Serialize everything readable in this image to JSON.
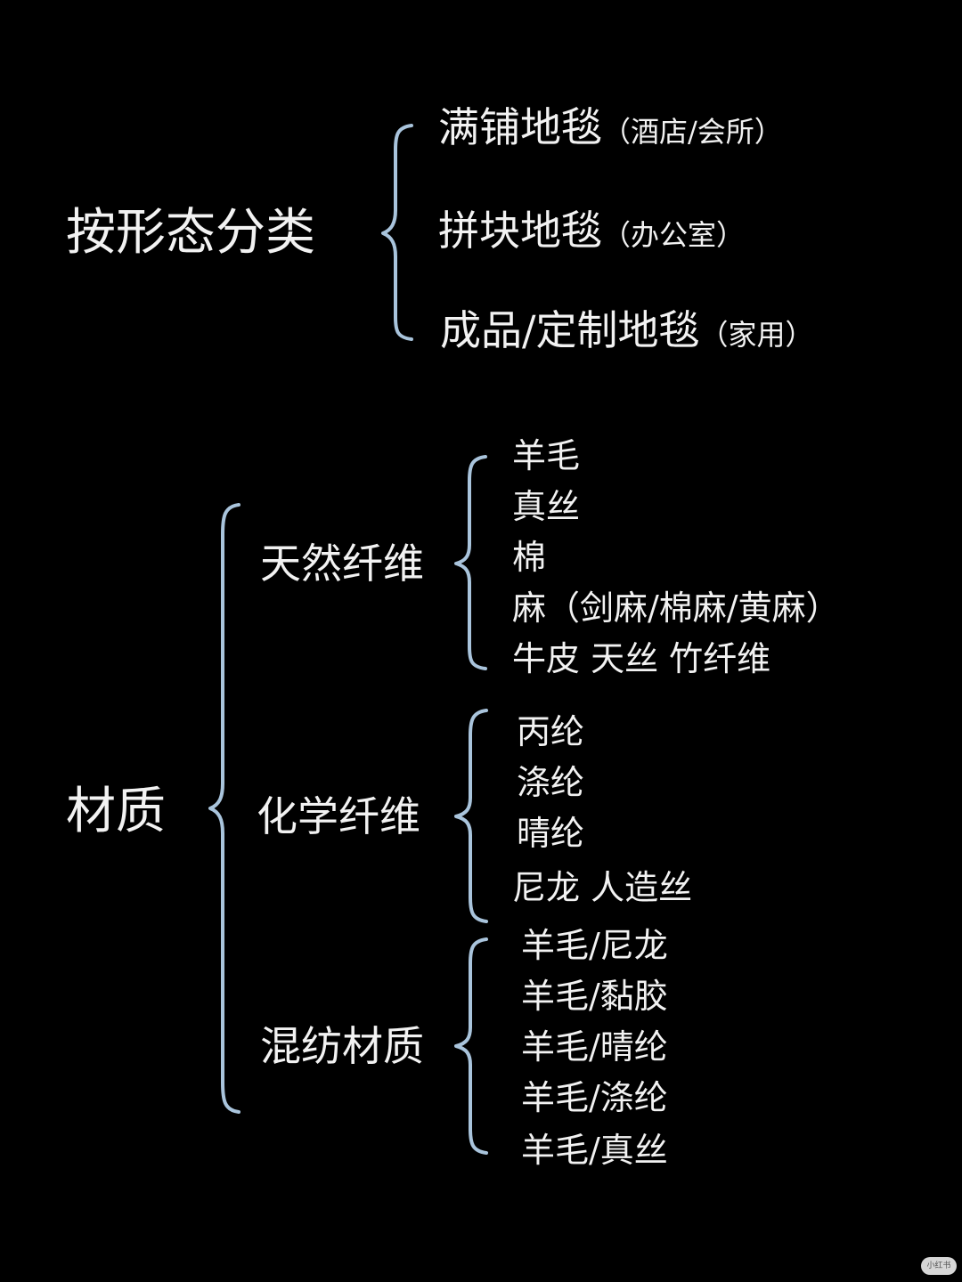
{
  "form_section": {
    "heading": "按形态分类",
    "items": [
      {
        "label": "满铺地毯",
        "note": "（酒店/会所）"
      },
      {
        "label": "拼块地毯",
        "note": "（办公室）"
      },
      {
        "label": "成品/定制地毯",
        "note": "（家用）"
      }
    ]
  },
  "material_section": {
    "heading": "材质",
    "groups": [
      {
        "label": "天然纤维",
        "items": [
          "羊毛",
          "真丝",
          "棉",
          "麻（剑麻/棉麻/黄麻）",
          "牛皮 天丝 竹纤维"
        ]
      },
      {
        "label": "化学纤维",
        "items": [
          "丙纶",
          "涤纶",
          "晴纶",
          "尼龙 人造丝"
        ]
      },
      {
        "label": "混纺材质",
        "items": [
          "羊毛/尼龙",
          "羊毛/黏胶",
          "羊毛/晴纶",
          "羊毛/涤纶",
          "羊毛/真丝"
        ]
      }
    ]
  },
  "watermark": "小红书",
  "colors": {
    "background": "#000000",
    "text": "#f2f2f2",
    "brace": "#a9c4dc"
  }
}
